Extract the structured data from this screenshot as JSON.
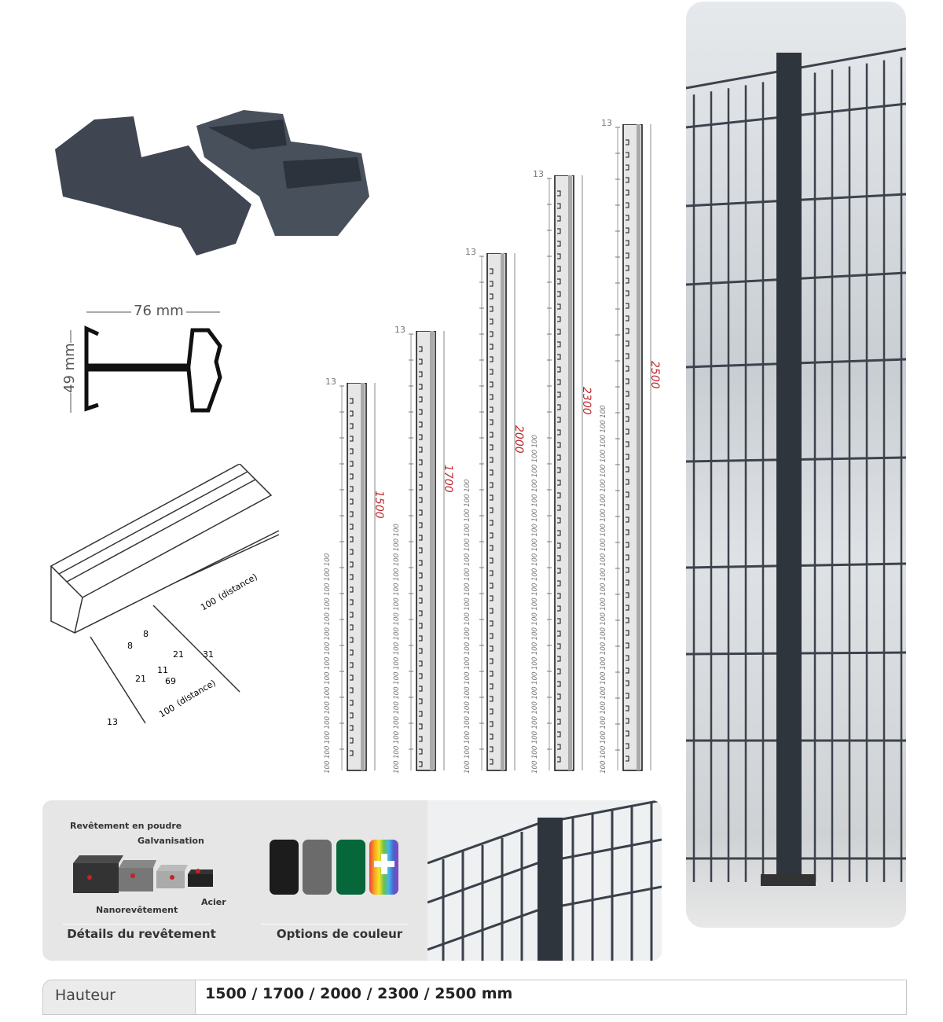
{
  "profile": {
    "width_label": "76 mm",
    "height_label": "49 mm"
  },
  "drawing": {
    "labels": [
      "100",
      "(distance)",
      "100",
      "(distance)",
      "8",
      "8",
      "21",
      "21",
      "11",
      "69",
      "31",
      "13"
    ]
  },
  "posts": {
    "top_offset": "13",
    "spacing": "100",
    "heights": [
      1500,
      1700,
      2000,
      2300,
      2500
    ],
    "height_labels": [
      "1500",
      "1700",
      "2000",
      "2300",
      "2500"
    ]
  },
  "coating": {
    "layers": [
      "Revêtement en poudre",
      "Galvanisation",
      "Nanorevêtement",
      "Acier"
    ],
    "title": "Détails du revêtement"
  },
  "colors": {
    "title": "Options de couleur",
    "swatches": [
      "#1c1c1c",
      "#6b6b6b",
      "#05673a"
    ]
  },
  "spec": {
    "key": "Hauteur",
    "value": "1500 / 1700 / 2000 / 2300 / 2500 mm"
  }
}
